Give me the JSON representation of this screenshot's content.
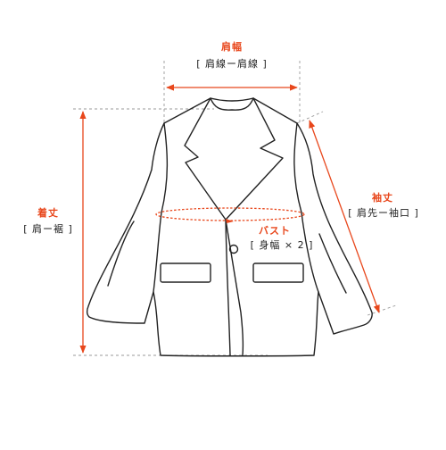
{
  "colors": {
    "accent": "#e8471c",
    "line": "#222222",
    "guide": "#9a9a9a"
  },
  "labels": {
    "shoulder_width": {
      "name": "肩幅",
      "definition": "[ 肩線ー肩線 ]"
    },
    "length": {
      "name": "着丈",
      "definition": "[ 肩ー裾 ]"
    },
    "sleeve_length": {
      "name": "袖丈",
      "definition": "[ 肩先ー袖口 ]"
    },
    "bust": {
      "name": "バスト",
      "definition": "[ 身幅 × 2 ]"
    }
  }
}
